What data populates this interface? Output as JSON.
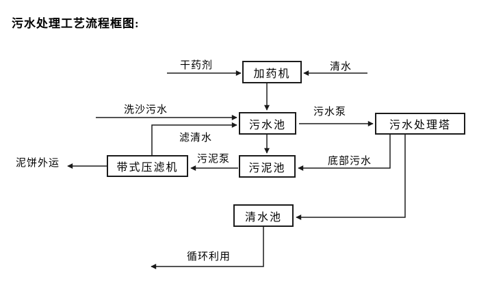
{
  "title": "污水处理工艺流程框图:",
  "diagram": {
    "line_color": "#1a1a1a",
    "background_color": "#ffffff",
    "nodes": [
      {
        "id": "dosing-machine",
        "label": "加药机"
      },
      {
        "id": "sewage-pool",
        "label": "污水池"
      },
      {
        "id": "treatment-tower",
        "label": "污水处理塔"
      },
      {
        "id": "sludge-pool",
        "label": "污泥池"
      },
      {
        "id": "belt-filter-press",
        "label": "带式压滤机"
      },
      {
        "id": "clean-water-pool",
        "label": "清水池"
      }
    ],
    "flow_labels": [
      {
        "id": "dry-agent",
        "label": "干药剂"
      },
      {
        "id": "clean-water-input",
        "label": "清水"
      },
      {
        "id": "sand-washing-sewage",
        "label": "洗沙污水"
      },
      {
        "id": "sewage-pump",
        "label": "污水泵"
      },
      {
        "id": "filtered-water",
        "label": "滤清水"
      },
      {
        "id": "sludge-pump",
        "label": "污泥泵"
      },
      {
        "id": "bottom-sewage",
        "label": "底部污水"
      },
      {
        "id": "mud-cake-outbound",
        "label": "泥饼外运"
      },
      {
        "id": "recycle-reuse",
        "label": "循环利用"
      }
    ],
    "edges": [
      {
        "from": "external",
        "to": "加药机",
        "label": "干药剂"
      },
      {
        "from": "external",
        "to": "加药机",
        "label": "清水"
      },
      {
        "from": "加药机",
        "to": "污水池",
        "label": ""
      },
      {
        "from": "external",
        "to": "污水池",
        "label": "洗沙污水"
      },
      {
        "from": "带式压滤机",
        "to": "污水池",
        "label": "滤清水"
      },
      {
        "from": "污水池",
        "to": "污水处理塔",
        "label": "污水泵"
      },
      {
        "from": "污水池",
        "to": "污泥池",
        "label": ""
      },
      {
        "from": "污水处理塔",
        "to": "污泥池",
        "label": "底部污水"
      },
      {
        "from": "污泥池",
        "to": "带式压滤机",
        "label": "污泥泵"
      },
      {
        "from": "带式压滤机",
        "to": "external",
        "label": "泥饼外运"
      },
      {
        "from": "污水处理塔",
        "to": "清水池",
        "label": ""
      },
      {
        "from": "清水池",
        "to": "external",
        "label": "循环利用"
      }
    ]
  }
}
